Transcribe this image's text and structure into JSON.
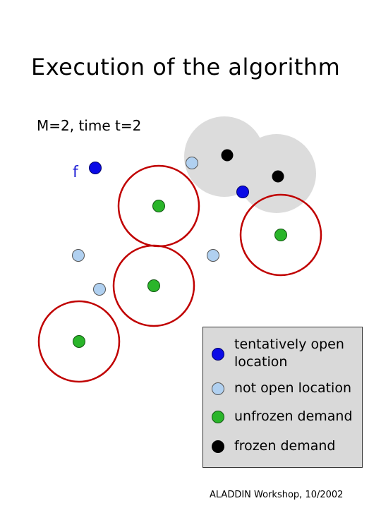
{
  "title": "Execution of the algorithm",
  "subtitle": "M=2, time t=2",
  "facility_label": "f",
  "colors": {
    "tentatively_open": "#0a0ae6",
    "not_open": "#b0d0f0",
    "unfrozen": "#2ab52a",
    "frozen": "#000000",
    "circle_outline": "#c00000",
    "frozen_region": "#dcdcdc"
  },
  "legend": {
    "tentatively_open": "tentatively open location",
    "not_open": "not open location",
    "unfrozen": "unfrozen demand",
    "frozen": "frozen demand"
  },
  "footer": "ALADDIN Workshop, 10/2002"
}
